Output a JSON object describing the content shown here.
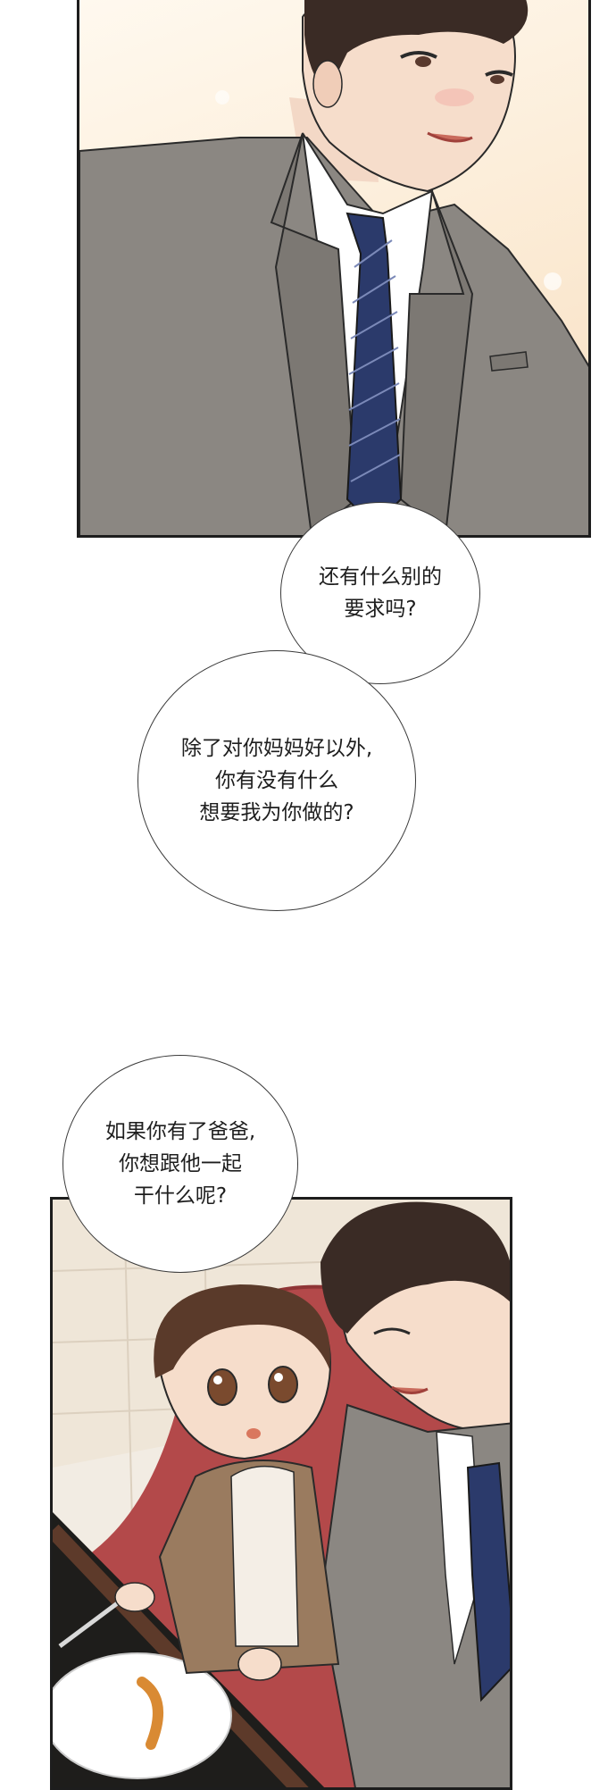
{
  "bubbles": [
    {
      "text": "还有什么别的\n要求吗?"
    },
    {
      "text": "除了对你妈妈好以外,\n你有没有什么\n想要我为你做的?"
    },
    {
      "text": "如果你有了爸爸,\n你想跟他一起\n干什么呢?"
    }
  ],
  "colors": {
    "panel_border": "#1d1d1d",
    "suit": "#8b8782",
    "tie": "#2b3a6b",
    "hair": "#3a2b25",
    "skin": "#f3d8c6",
    "booth": "#b3494a"
  }
}
